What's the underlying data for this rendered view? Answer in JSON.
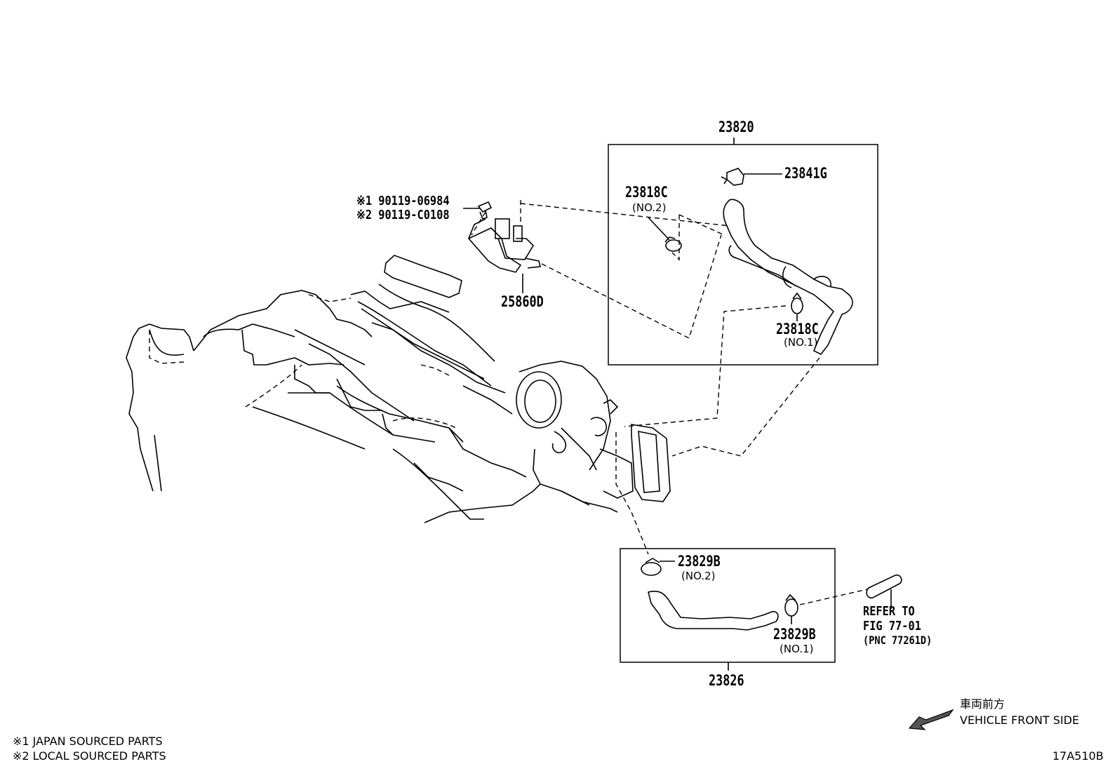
{
  "parts": {
    "p23820": "23820",
    "p23841g": "23841G",
    "p23818c_top": "23818C",
    "p23818c_top_sub": "(NO.2)",
    "p23818c_bottom": "23818C",
    "p23818c_bottom_sub": "(NO.1)",
    "p25860d": "25860D",
    "bolt_line1": "※1 90119-06984",
    "bolt_line2": "※2 90119-C0108",
    "p23829b_top": "23829B",
    "p23829b_top_sub": "(NO.2)",
    "p23829b_bottom": "23829B",
    "p23829b_bottom_sub": "(NO.1)",
    "p23826": "23826"
  },
  "reference": {
    "line1": "REFER TO",
    "line2": "FIG 77-01",
    "line3": "(PNC 77261D)"
  },
  "orientation": {
    "jp": "車両前方",
    "en": "VEHICLE FRONT SIDE"
  },
  "legend": {
    "note1": "※1 JAPAN SOURCED PARTS",
    "note2": "※2 LOCAL SOURCED PARTS"
  },
  "figure_code": "17A510B"
}
